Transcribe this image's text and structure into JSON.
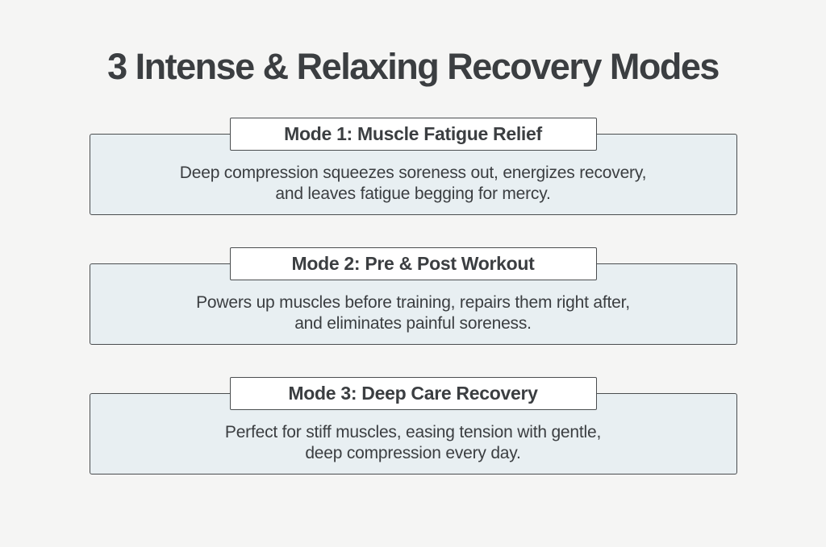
{
  "title": "3 Intense & Relaxing Recovery Modes",
  "colors": {
    "page_bg": "#f5f5f4",
    "card_bg": "#e8eff2",
    "border_dark": "#4a4d4f",
    "text_dark": "#3b3e41",
    "badge_bg": "#ffffff"
  },
  "modes": [
    {
      "badge": "Mode 1: Muscle Fatigue Relief",
      "line1": "Deep compression squeezes soreness out, energizes recovery,",
      "line2": "and leaves fatigue begging for mercy."
    },
    {
      "badge": "Mode 2: Pre & Post Workout",
      "line1": "Powers up muscles before training, repairs them right after,",
      "line2": "and eliminates painful soreness."
    },
    {
      "badge": "Mode 3: Deep Care Recovery",
      "line1": "Perfect for stiff muscles, easing tension with gentle,",
      "line2": "deep compression every day."
    }
  ]
}
